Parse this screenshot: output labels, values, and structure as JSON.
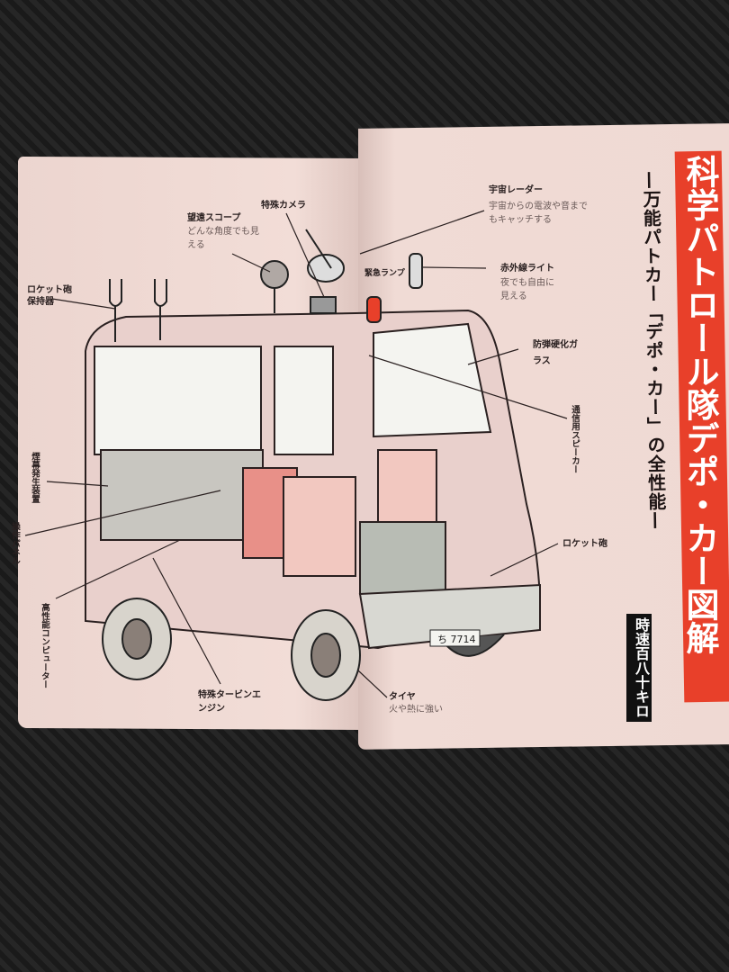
{
  "title": "科学パトロール隊デポ・カー図解",
  "subtitle": "—万能パトカー「デポ・カー」の全性能—",
  "speed": "時速百八十キロ",
  "plate": "ち 7714",
  "labels": {
    "rocket_holder": "ロケット砲保持器",
    "scope": "望遠スコープ",
    "scope_desc": "どんな角度でも見える",
    "camera": "特殊カメラ",
    "radar": "宇宙レーダー",
    "radar_desc": "宇宙からの電波や音までもキャッチする",
    "emergency_lamp": "緊急ランプ",
    "infrared": "赤外線ライト",
    "infrared_desc": "夜でも自由に見える",
    "glass": "防弾硬化ガラス",
    "speaker": "通信用スピーカー",
    "rocket": "ロケット砲",
    "smoke": "煙幕発生装置",
    "panel": "操作パネル",
    "computer": "高性能コンピューター",
    "engine": "特殊タービンエンジン",
    "tire": "タイヤ",
    "tire_desc": "火や熱に強い"
  },
  "colors": {
    "page": "#efd9d3",
    "accent": "#e8402a",
    "background": "#202020"
  }
}
